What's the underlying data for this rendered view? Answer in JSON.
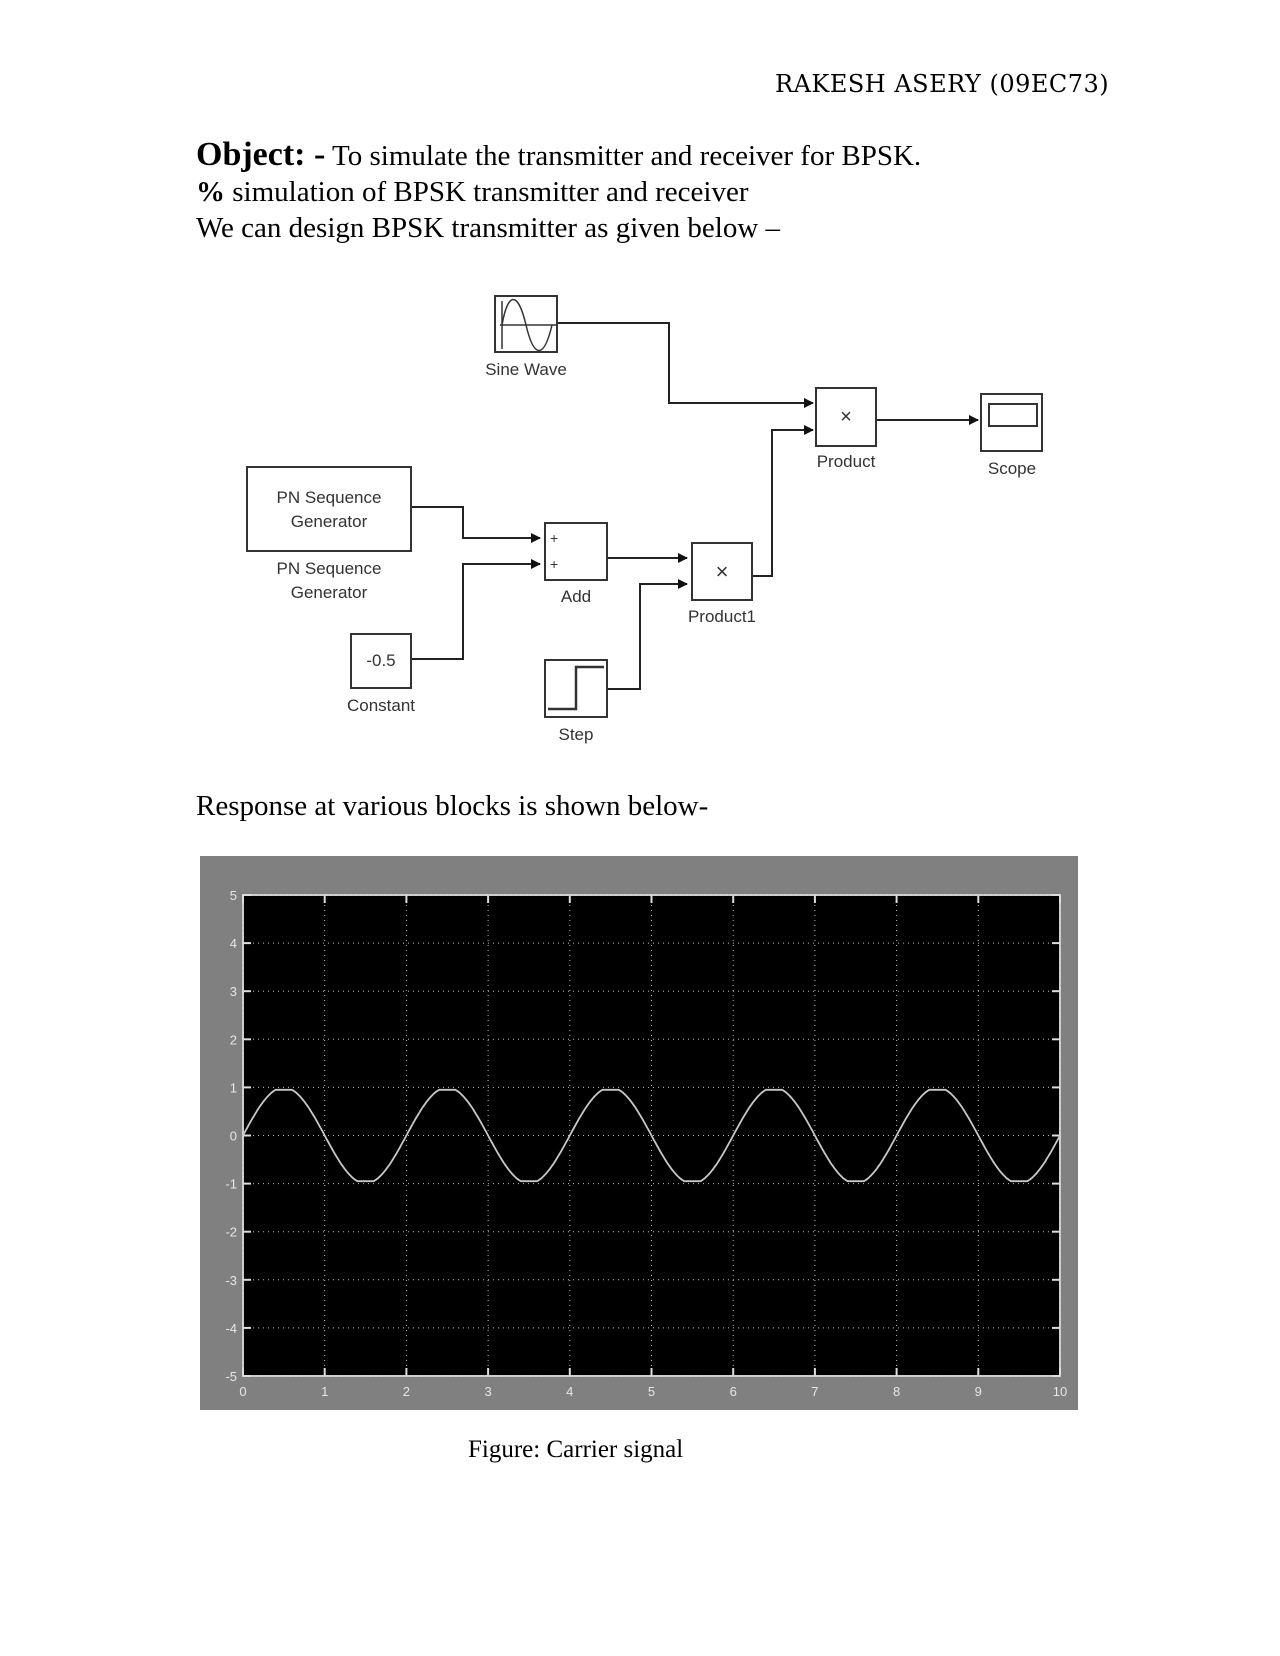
{
  "header": {
    "author": "RAKESH ASERY (09EC73)"
  },
  "intro": {
    "object_label": "Object: -",
    "object_text": " To simulate the transmitter and receiver for BPSK.",
    "comment_symbol": "%",
    "comment_text": " simulation of BPSK transmitter and receiver",
    "design_text": "We can design BPSK transmitter as given below –"
  },
  "diagram": {
    "blocks": {
      "sine": {
        "label": "Sine Wave"
      },
      "product": {
        "label": "Product",
        "symbol": "×"
      },
      "scope": {
        "label": "Scope"
      },
      "pn": {
        "text_line1": "PN Sequence",
        "text_line2": "Generator",
        "label_line1": "PN Sequence",
        "label_line2": "Generator"
      },
      "add": {
        "label": "Add",
        "sign1": "+",
        "sign2": "+"
      },
      "product1": {
        "label": "Product1",
        "symbol": "×"
      },
      "constant": {
        "label": "Constant",
        "value": "-0.5"
      },
      "step": {
        "label": "Step"
      }
    }
  },
  "response_text": "Response at various blocks is shown below-",
  "caption": "Figure: Carrier signal",
  "chart_data": {
    "type": "line",
    "title": "",
    "xlabel": "",
    "ylabel": "",
    "xlim": [
      0,
      10
    ],
    "ylim": [
      -5,
      5
    ],
    "xticks": [
      "0",
      "1",
      "2",
      "3",
      "4",
      "5",
      "6",
      "7",
      "8",
      "9",
      "10"
    ],
    "yticks": [
      "5",
      "4",
      "3",
      "2",
      "1",
      "0",
      "-1",
      "-2",
      "-3",
      "-4",
      "-5"
    ],
    "grid": true,
    "background": "#000000",
    "panel_color": "#808080",
    "line_color": "#c8c8c8",
    "series": [
      {
        "name": "Carrier signal",
        "function": "sin(pi*x)",
        "amplitude": 1,
        "period": 2,
        "x": [
          0,
          0.5,
          1,
          1.5,
          2,
          2.5,
          3,
          3.5,
          4,
          4.5,
          5,
          5.5,
          6,
          6.5,
          7,
          7.5,
          8,
          8.5,
          9,
          9.5,
          10
        ],
        "values": [
          0,
          1,
          0,
          -1,
          0,
          1,
          0,
          -1,
          0,
          1,
          0,
          -1,
          0,
          1,
          0,
          -1,
          0,
          1,
          0,
          -1,
          0
        ]
      }
    ]
  }
}
